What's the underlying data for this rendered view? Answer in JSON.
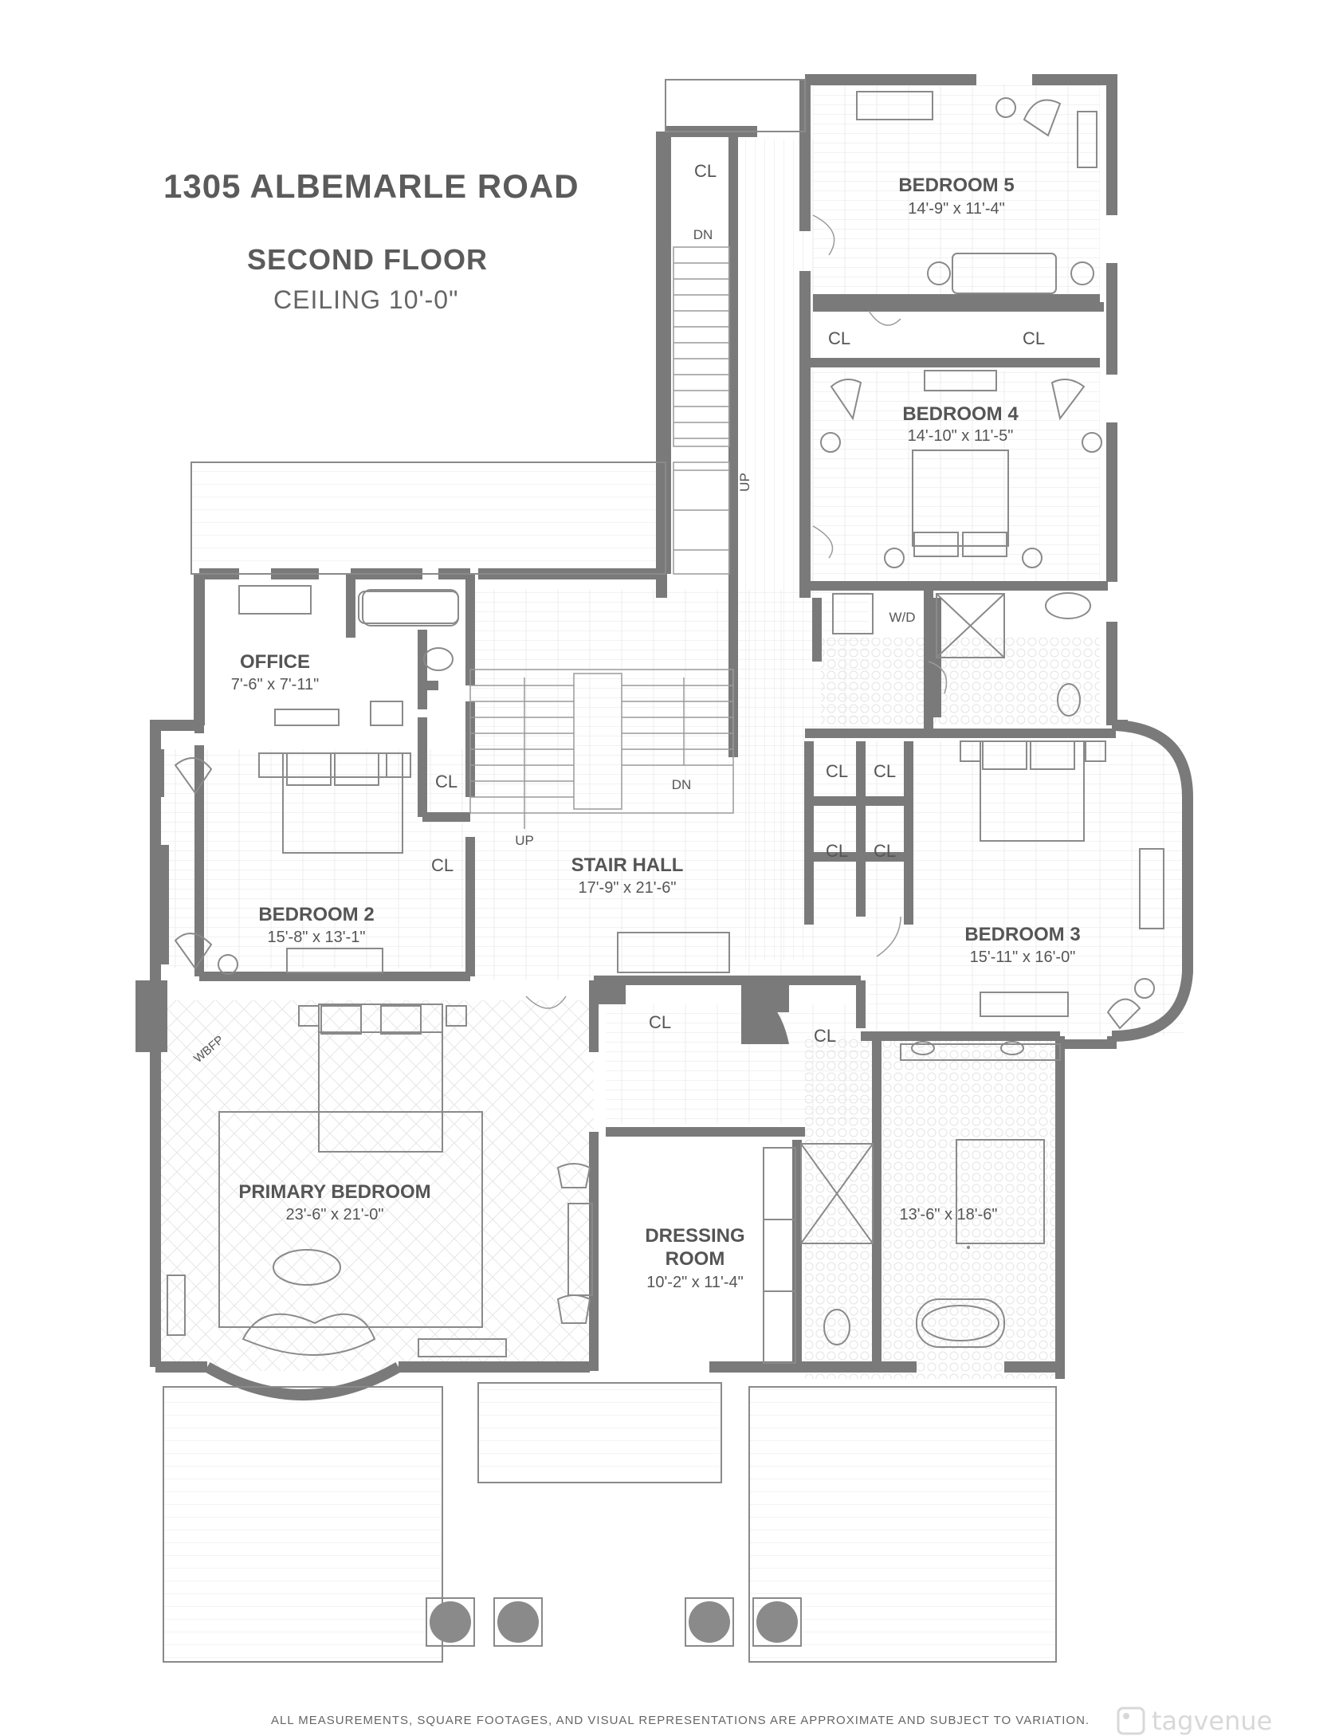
{
  "header": {
    "address": "1305 ALBEMARLE ROAD",
    "floor": "SECOND FLOOR",
    "ceiling": "CEILING 10'-0\""
  },
  "rooms": {
    "bedroom5": {
      "name": "BEDROOM 5",
      "dims": "14'-9\" x 11'-4\""
    },
    "bedroom4": {
      "name": "BEDROOM 4",
      "dims": "14'-10\" x 11'-5\""
    },
    "office": {
      "name": "OFFICE",
      "dims": "7'-6\" x 7'-11\""
    },
    "stair_hall": {
      "name": "STAIR HALL",
      "dims": "17'-9\" x 21'-6\""
    },
    "bedroom2": {
      "name": "BEDROOM 2",
      "dims": "15'-8\" x 13'-1\""
    },
    "bedroom3": {
      "name": "BEDROOM 3",
      "dims": "15'-11\" x 16'-0\""
    },
    "primary_bedroom": {
      "name": "PRIMARY BEDROOM",
      "dims": "23'-6\" x 21'-0\""
    },
    "dressing_room": {
      "name1": "DRESSING",
      "name2": "ROOM",
      "dims": "10'-2\" x 11'-4\""
    },
    "primary_bath": {
      "dims": "13'-6\" x 18'-6\""
    }
  },
  "labels": {
    "closet": "CL",
    "washer_dryer": "W/D",
    "fireplace": "WBFP",
    "down": "DN",
    "up": "UP"
  },
  "footer": {
    "disclaimer": "ALL MEASUREMENTS, SQUARE FOOTAGES, AND VISUAL REPRESENTATIONS ARE APPROXIMATE AND SUBJECT TO VARIATION.",
    "brand": "tagvenue"
  },
  "colors": {
    "wall": "#7a7a7a",
    "text": "#555555",
    "fixture": "#8a8a8a"
  }
}
